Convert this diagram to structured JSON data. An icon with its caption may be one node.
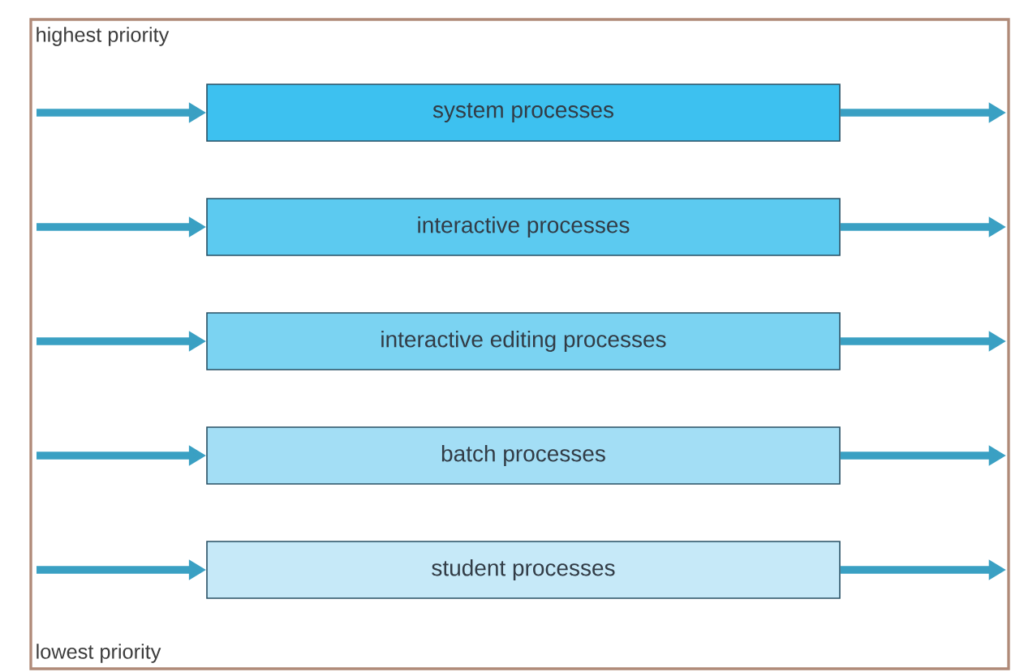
{
  "diagram": {
    "nodes": [
      {
        "text": [
          "system processes"
        ]
      },
      {
        "text": [
          "interactive processes"
        ]
      },
      {
        "text": [
          "interactive editing processes"
        ]
      },
      {
        "text": [
          "batch processes"
        ]
      },
      {
        "text": [
          "student processes"
        ]
      }
    ],
    "edges": [
      {
        "from": null,
        "to": 0,
        "arrow": "to"
      },
      {
        "from": 0,
        "to": null,
        "arrow": "to"
      },
      {
        "from": null,
        "to": 1,
        "arrow": "to"
      },
      {
        "from": 1,
        "to": null,
        "arrow": "to"
      },
      {
        "from": null,
        "to": 2,
        "arrow": "to"
      },
      {
        "from": 2,
        "to": null,
        "arrow": "to"
      },
      {
        "from": null,
        "to": 3,
        "arrow": "to"
      },
      {
        "from": 3,
        "to": null,
        "arrow": "to"
      },
      {
        "from": null,
        "to": 4,
        "arrow": "to"
      },
      {
        "from": 4,
        "to": null,
        "arrow": "to"
      }
    ],
    "labels": [
      "highest priority",
      "lowest priority"
    ]
  }
}
